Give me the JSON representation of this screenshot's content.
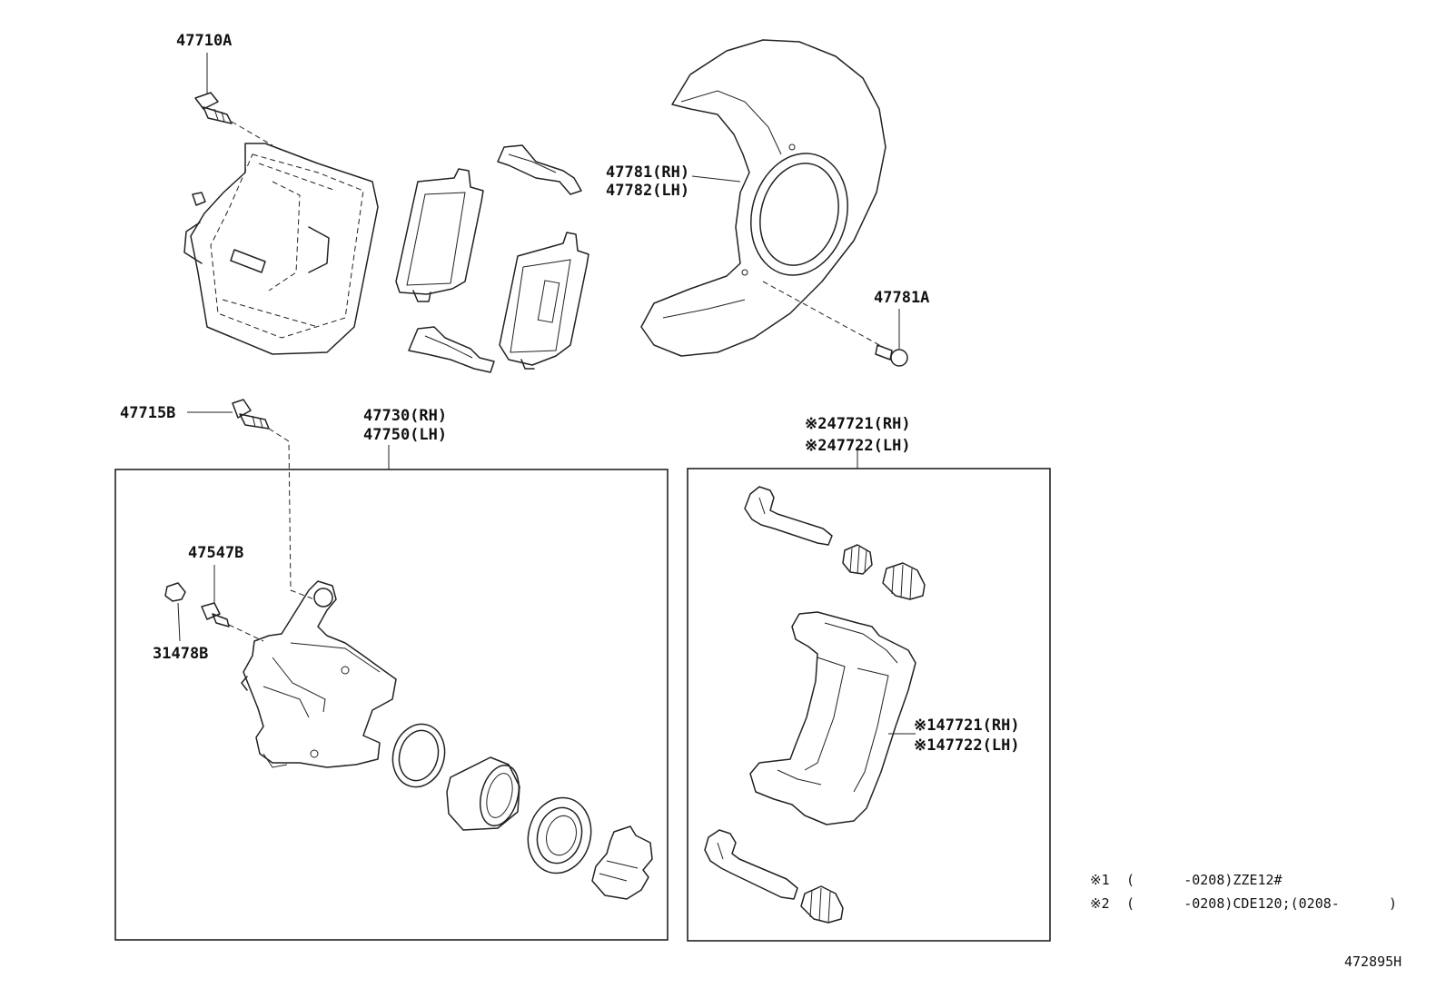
{
  "labels": {
    "bolt_47710A": "47710A",
    "shield_rh": "47781(RH)",
    "shield_lh": "47782(LH)",
    "bolt_47781A": "47781A",
    "bolt_47715B": "47715B",
    "caliper_rh": "47730(RH)",
    "caliper_lh": "47750(LH)",
    "bracket_kit_rh": "※247721(RH)",
    "bracket_kit_lh": "※247722(LH)",
    "bleeder_47547B": "47547B",
    "cap_31478B": "31478B",
    "mounting_rh": "※147721(RH)",
    "mounting_lh": "※147722(LH)"
  },
  "notes": {
    "note1_mark": "※1",
    "note1_text": "(      -0208)ZZE12#",
    "note2_mark": "※2",
    "note2_text": "(      -0208)CDE120;(0208-      )"
  },
  "illustration_id": "472895H"
}
